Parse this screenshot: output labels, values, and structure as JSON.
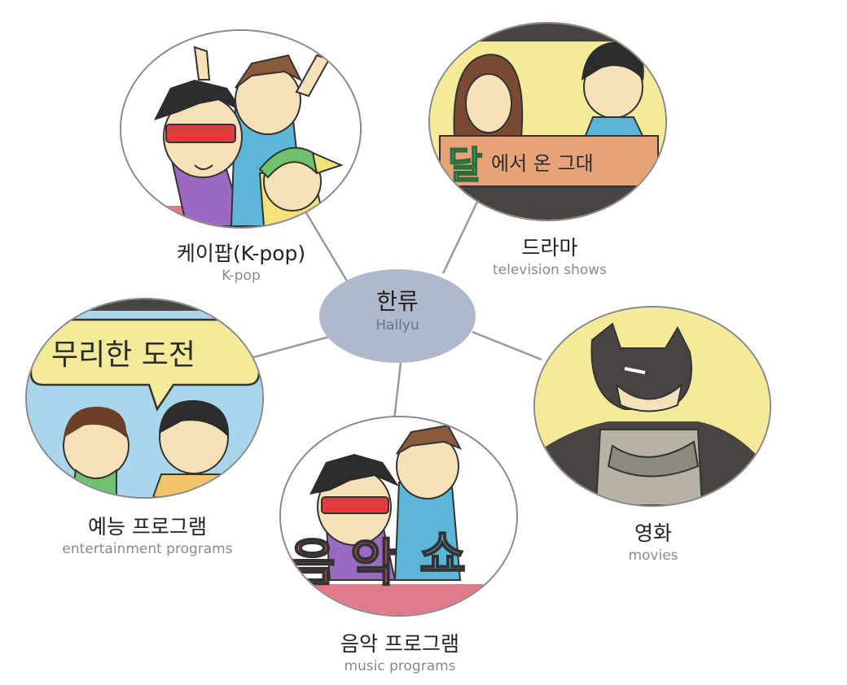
{
  "hub": {
    "ko": "한류",
    "en": "Hallyu"
  },
  "nodes": {
    "kpop": {
      "ko": "케이팝(K-pop)",
      "en": "K-pop"
    },
    "drama": {
      "ko": "드라마",
      "en": "television shows"
    },
    "movie": {
      "ko": "영화",
      "en": "movies"
    },
    "variety": {
      "ko": "예능 프로그램",
      "en": "entertainment programs"
    },
    "music": {
      "ko": "음악 프로그램",
      "en": "music programs"
    }
  },
  "image_text": {
    "drama_banner_big": "달",
    "drama_banner_rest": "에서 온 그대",
    "variety_bubble": "무리한 도전",
    "music_sign_1": "음",
    "music_sign_2": "악",
    "music_sign_3": "쇼"
  },
  "colors": {
    "hub_fill": "#b0b9cc",
    "connector": "#9a9a9a",
    "circle_border": "#888888"
  }
}
